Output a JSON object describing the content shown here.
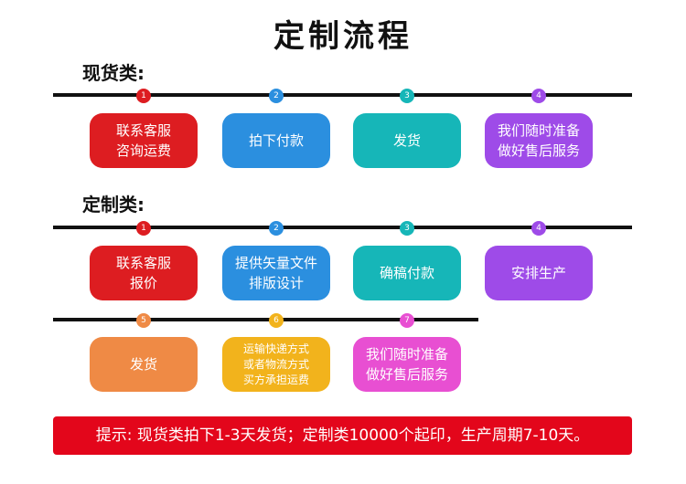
{
  "title": "定制流程",
  "spot": {
    "label": "现货类:",
    "steps": [
      {
        "num": "1",
        "lines": [
          "联系客服",
          "咨询运费"
        ],
        "color": "#dd1d21"
      },
      {
        "num": "2",
        "lines": [
          "拍下付款"
        ],
        "color": "#2b8fdf"
      },
      {
        "num": "3",
        "lines": [
          "发货"
        ],
        "color": "#16b6b8"
      },
      {
        "num": "4",
        "lines": [
          "我们随时准备",
          "做好售后服务"
        ],
        "color": "#9e4be8"
      }
    ]
  },
  "custom": {
    "label": "定制类:",
    "steps": [
      {
        "num": "1",
        "lines": [
          "联系客服",
          "报价"
        ],
        "color": "#dd1d21"
      },
      {
        "num": "2",
        "lines": [
          "提供矢量文件",
          "排版设计"
        ],
        "color": "#2b8fdf"
      },
      {
        "num": "3",
        "lines": [
          "确稿付款"
        ],
        "color": "#16b6b8"
      },
      {
        "num": "4",
        "lines": [
          "安排生产"
        ],
        "color": "#9e4be8"
      },
      {
        "num": "5",
        "lines": [
          "发货"
        ],
        "color": "#ef8a45"
      },
      {
        "num": "6",
        "lines": [
          "运输快递方式",
          "或者物流方式",
          "买方承担运费"
        ],
        "color": "#f2b31c"
      },
      {
        "num": "7",
        "lines": [
          "我们随时准备",
          "做好售后服务"
        ],
        "color": "#e84fd2"
      }
    ]
  },
  "tip": "提示: 现货类拍下1-3天发货；定制类10000个起印，生产周期7-10天。"
}
